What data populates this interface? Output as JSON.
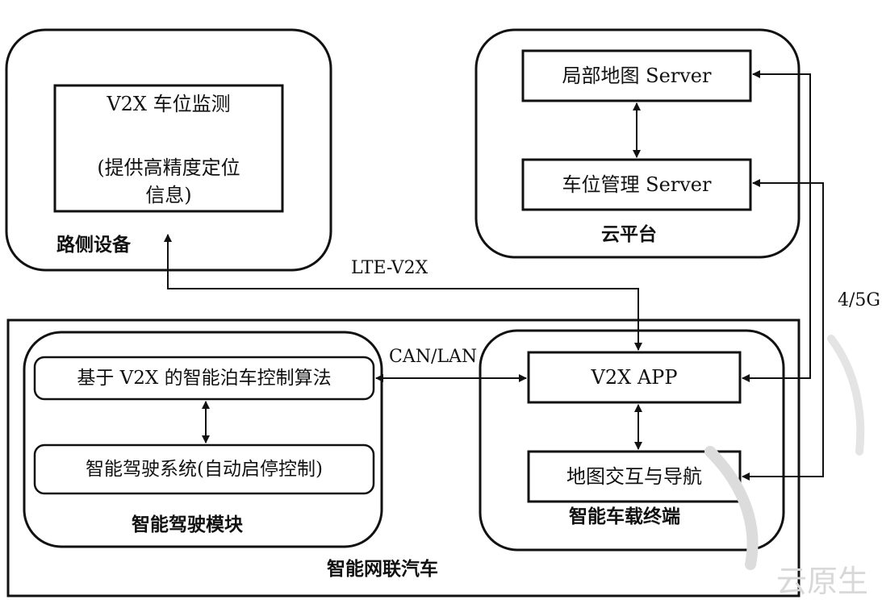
{
  "roadside": {
    "title": "路侧设备",
    "box_line1": "V2X 车位监测",
    "box_line2": "(提供高精度定位",
    "box_line3": "信息)"
  },
  "cloud": {
    "title": "云平台",
    "server1": "局部地图 Server",
    "server2": "车位管理 Server"
  },
  "links": {
    "lte": "LTE-V2X",
    "cell": "4/5G",
    "can": "CAN/LAN"
  },
  "vehicle": {
    "title": "智能网联汽车",
    "driving_module": {
      "title": "智能驾驶模块",
      "algo": "基于 V2X 的智能泊车控制算法",
      "system": "智能驾驶系统(自动启停控制)"
    },
    "terminal": {
      "title": "智能车载终端",
      "app": "V2X APP",
      "nav": "地图交互与导航"
    }
  },
  "watermark": "云原生"
}
